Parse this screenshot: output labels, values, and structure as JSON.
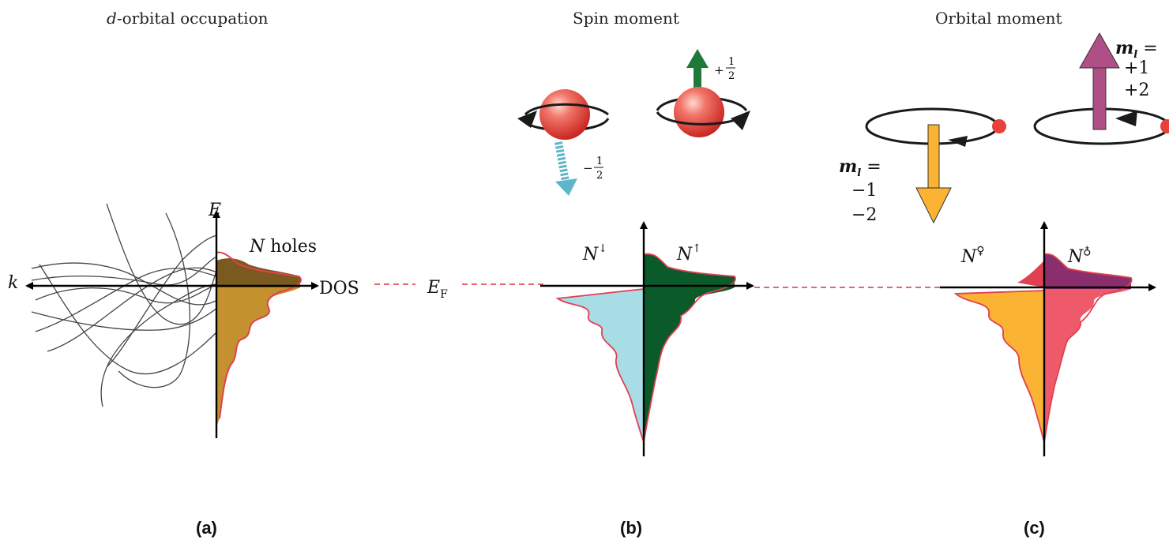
{
  "panels": {
    "a": {
      "title_italic": "d",
      "title_rest": "-orbital occupation",
      "axis_e": "E",
      "axis_k": "k",
      "axis_dos": "DOS",
      "holes_n": "N",
      "holes_text": " holes",
      "label": "(a)"
    },
    "fermi": {
      "main": "E",
      "sub": "F"
    },
    "b": {
      "title": "Spin moment",
      "n_down": "N",
      "n_down_sup": "↓",
      "n_up": "N",
      "n_up_sup": "↑",
      "spin_up_sign": "+",
      "spin_up_num": "1",
      "spin_up_den": "2",
      "spin_down_sign": "−",
      "spin_down_num": "1",
      "spin_down_den": "2",
      "label": "(b)"
    },
    "c": {
      "title": "Orbital moment",
      "n_left": "N",
      "n_left_sup": "♀",
      "n_right": "N",
      "n_right_sup": "♁",
      "ml_up_symbol": "m",
      "ml_up_sub": "l",
      "ml_up_eq": " =",
      "ml_up_vals": [
        "+1",
        "+2"
      ],
      "ml_down_symbol": "m",
      "ml_down_sub": "l",
      "ml_down_eq": " =",
      "ml_down_vals": [
        "−1",
        "−2"
      ],
      "label": "(c)"
    }
  },
  "colors": {
    "gold": "#c3922f",
    "olive": "#7a5a1e",
    "pink_edge": "#e14050",
    "light_blue": "#a9dde6",
    "dark_green": "#0b5a2a",
    "yellow": "#fbb334",
    "salmon": "#ef5a6a",
    "purple": "#8a2e6e",
    "red_ball": "#e8413b",
    "arrow_green": "#1f7a3a",
    "arrow_cyan": "#5fb6c8",
    "arrow_magenta": "#b04e86",
    "fermi_dash": "#e8676b"
  }
}
